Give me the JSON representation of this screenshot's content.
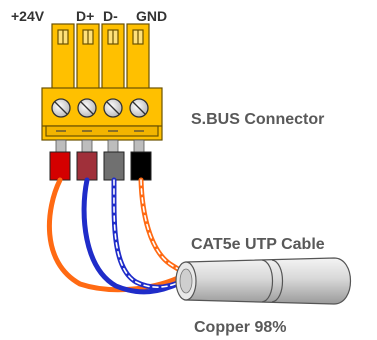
{
  "pins": {
    "v24": "+24V",
    "dplus": "D+",
    "dminus": "D-",
    "gnd": "GND"
  },
  "labels": {
    "connector": "S.BUS Connector",
    "cable": "CAT5e UTP Cable",
    "copper": "Copper 98%"
  },
  "colors": {
    "connector_yellow": "#ffc000",
    "wire_orange": "#ff6a13",
    "wire_blue": "#1f2cc9",
    "ferrule_red": "#d40000",
    "ferrule_maroon": "#a0303a",
    "ferrule_gray": "#707070",
    "ferrule_black": "#000000",
    "cable_gray": "#cfcfcf"
  }
}
